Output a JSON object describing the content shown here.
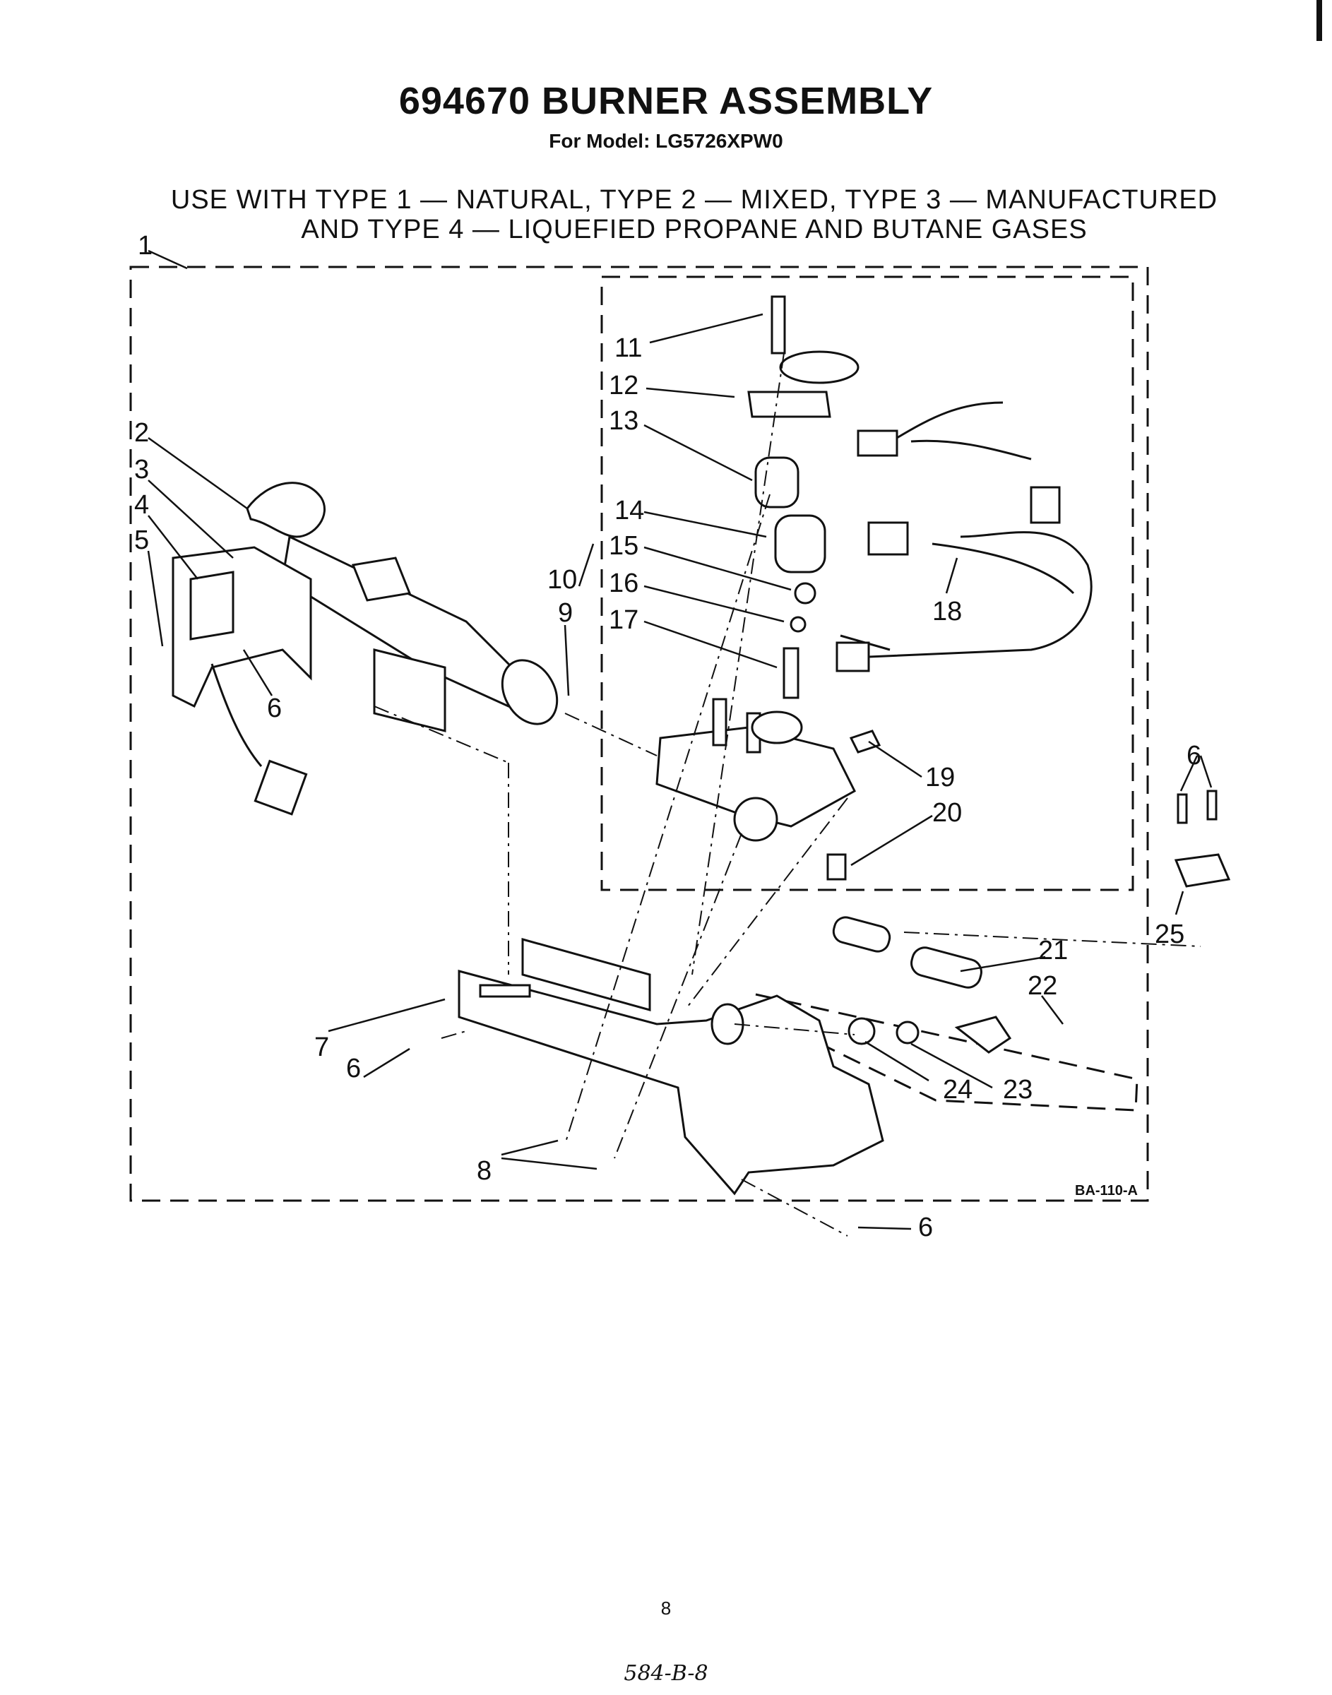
{
  "header": {
    "title": "694670 BURNER ASSEMBLY",
    "model": "For Model: LG5726XPW0",
    "use_line1": "USE WITH TYPE 1 — NATURAL, TYPE 2 — MIXED, TYPE 3 — MANUFACTURED",
    "use_line2": "AND TYPE 4 — LIQUEFIED PROPANE AND BUTANE GASES"
  },
  "diagram": {
    "code": "BA-110-A",
    "callouts": [
      "1",
      "2",
      "3",
      "4",
      "5",
      "6",
      "7",
      "8",
      "9",
      "10",
      "11",
      "12",
      "13",
      "14",
      "15",
      "16",
      "17",
      "18",
      "19",
      "20",
      "21",
      "22",
      "23",
      "24",
      "25"
    ]
  },
  "footer": {
    "page": "8",
    "handwritten": "584-B-8"
  }
}
